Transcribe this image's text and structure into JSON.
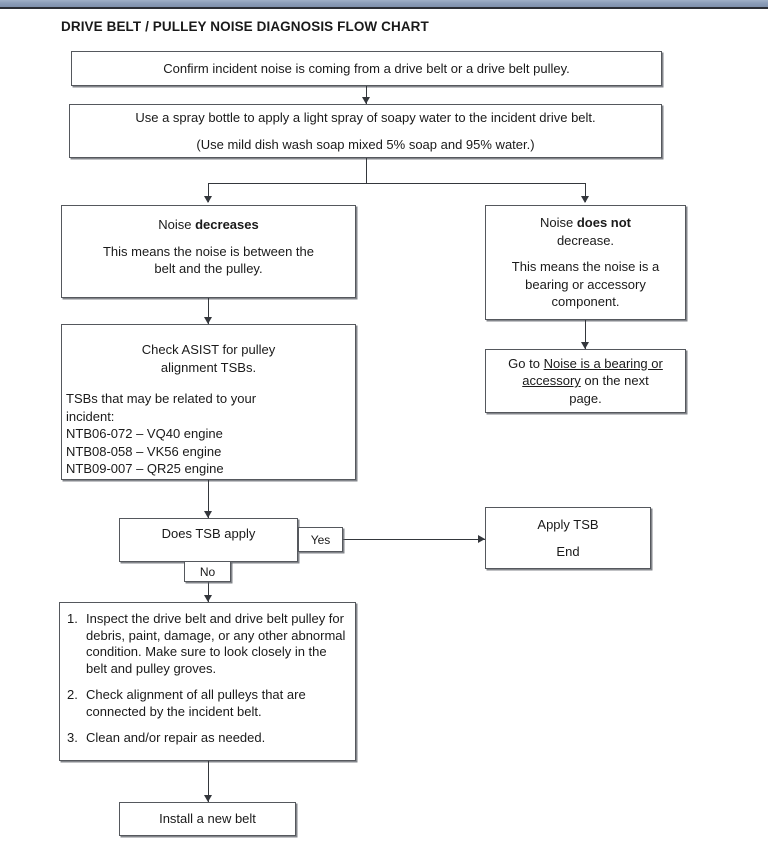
{
  "document": {
    "title": "DRIVE BELT / PULLEY NOISE DIAGNOSIS FLOW CHART"
  },
  "nodes": {
    "confirm": {
      "text": "Confirm incident noise is coming from a drive belt or a drive belt pulley."
    },
    "spray": {
      "line1": "Use a spray bottle to apply a light spray of soapy water to the incident drive belt.",
      "line2": "(Use mild dish wash soap mixed 5% soap and 95% water.)"
    },
    "noise_decreases": {
      "heading_plain": "Noise ",
      "heading_bold": "decreases",
      "body_line1": "This means the noise is between the",
      "body_line2": "belt and the pulley."
    },
    "noise_not_decrease": {
      "heading_plain": "Noise ",
      "heading_bold": "does not",
      "heading_line2": "decrease.",
      "body_line1": "This means the noise is a",
      "body_line2": "bearing or accessory",
      "body_line3": "component."
    },
    "check_asist": {
      "heading_line1": "Check ASIST for pulley",
      "heading_line2": "alignment TSBs.",
      "body_line1": "TSBs that may be related to your",
      "body_line2": "incident:",
      "tsbs": [
        "NTB06-072 – VQ40 engine",
        "NTB08-058 – VK56 engine",
        "NTB09-007 – QR25 engine"
      ]
    },
    "go_to_bearing": {
      "prefix": "Go to ",
      "link_part1": "Noise is a bearing or",
      "link_part2": "accessory",
      "suffix": " on the next",
      "line3": "page."
    },
    "does_tsb_apply": {
      "text": "Does TSB apply"
    },
    "apply_tsb": {
      "line1": "Apply TSB",
      "line2": "End"
    },
    "inspect_steps": {
      "items": [
        {
          "number": "1.",
          "text": "Inspect the drive belt and drive belt pulley for debris, paint, damage, or any other abnormal condition. Make sure to look closely in the belt and pulley groves."
        },
        {
          "number": "2.",
          "text": "Check alignment of all pulleys that are connected by the incident belt."
        },
        {
          "number": "3.",
          "text": "Clean and/or repair as needed."
        }
      ]
    },
    "install_belt": {
      "text": "Install a new belt"
    }
  },
  "edge_labels": {
    "yes": "Yes",
    "no": "No"
  },
  "colors": {
    "topbar": "#8b9db8",
    "box_border": "#55585d",
    "connector": "#34373c",
    "text": "#1a1a1a",
    "page_background": "#ffffff"
  }
}
